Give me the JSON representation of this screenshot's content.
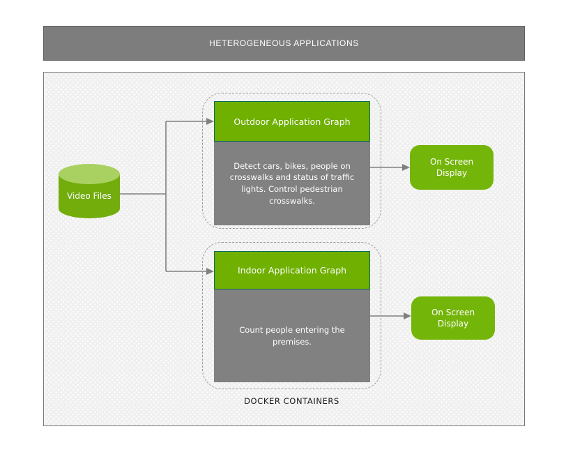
{
  "banner": {
    "title": "HETEROGENEOUS APPLICATIONS"
  },
  "nodes": {
    "video_files": {
      "label": "Video Files"
    },
    "outdoor_graph": {
      "title": "Outdoor Application Graph",
      "description": "Detect cars, bikes, people on crosswalks and status of traffic lights. Control pedestrian crosswalks."
    },
    "indoor_graph": {
      "title": "Indoor Application Graph",
      "description": "Count people entering the premises."
    },
    "osd_top": {
      "label": "On Screen Display"
    },
    "osd_bottom": {
      "label": "On Screen Display"
    }
  },
  "labels": {
    "docker_containers": "DOCKER CONTAINERS"
  },
  "colors": {
    "nvidia_green": "#76b900",
    "cylinder_top_green": "#a9d162",
    "node_title_border": "#0c6a55",
    "gray_body": "#818181",
    "banner_gray": "#7d7d7d",
    "connector_gray": "#808080",
    "dashed_border": "#9a9a9a",
    "canvas_bg": "#f0f0f0"
  },
  "connections": [
    {
      "from": "video_files",
      "to": "outdoor_graph"
    },
    {
      "from": "video_files",
      "to": "indoor_graph"
    },
    {
      "from": "outdoor_graph",
      "to": "osd_top"
    },
    {
      "from": "indoor_graph",
      "to": "osd_bottom"
    }
  ]
}
